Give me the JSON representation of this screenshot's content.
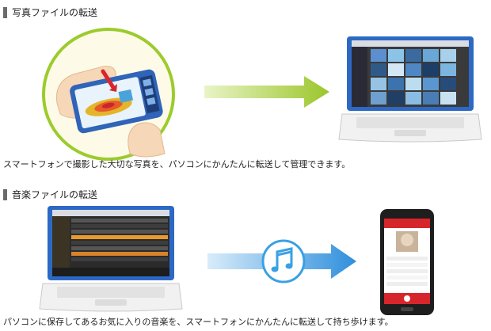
{
  "sections": [
    {
      "title": "写真ファイルの転送",
      "caption": "スマートフォンで撮影した大切な写真を、パソコンにかんたんに転送して管理できます。",
      "icon": "phone-camera-icon"
    },
    {
      "title": "音楽ファイルの転送",
      "caption": "パソコンに保存してあるお気に入りの音楽を、スマートフォンにかんたんに転送して持ち歩けます。",
      "icon": "music-note-icon"
    }
  ],
  "colors": {
    "green_arrow": "#a6cf2c",
    "blue_arrow": "#3aa0e4",
    "laptop_blue": "#2d69c4",
    "circle_border": "#9ccb2c",
    "phone_red": "#d6262c"
  }
}
